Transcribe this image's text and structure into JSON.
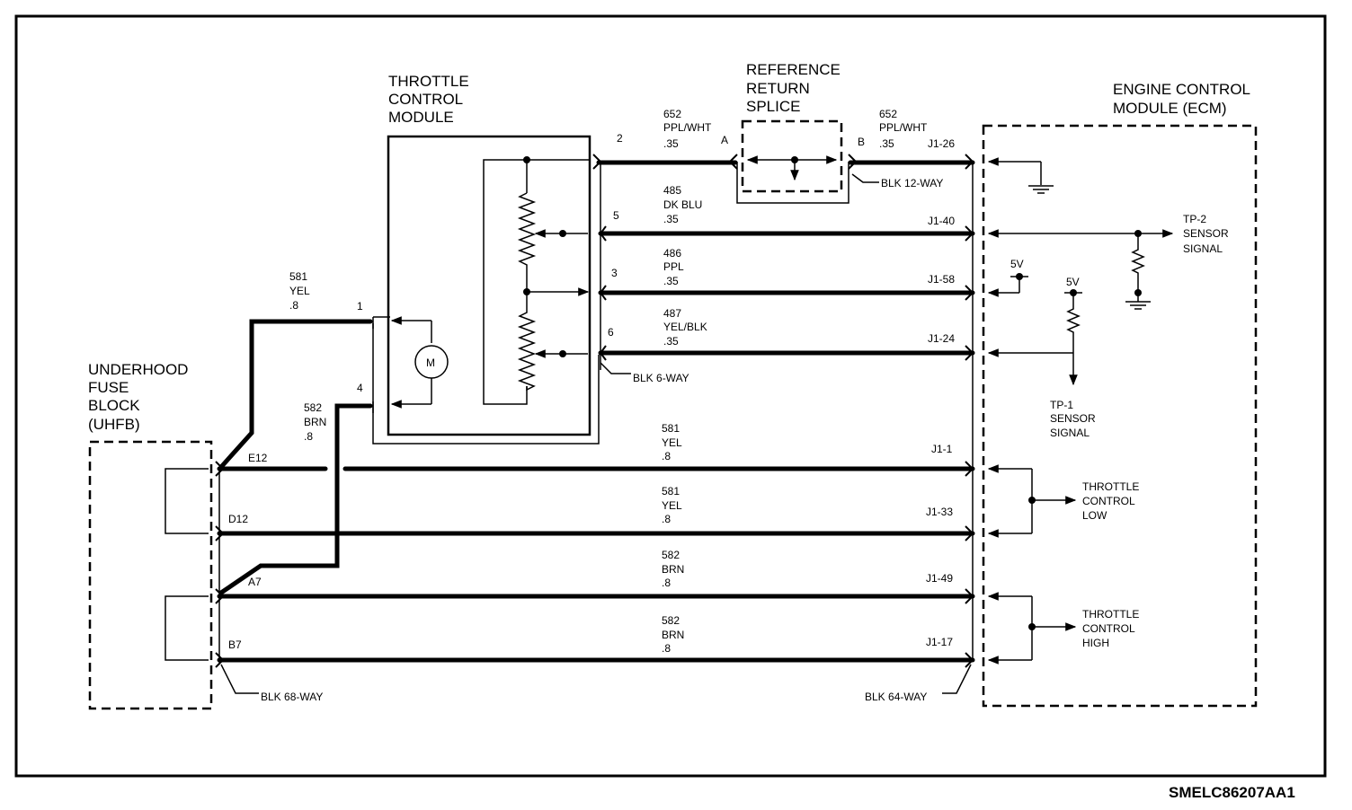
{
  "diagram_code": "SMELC86207AA1",
  "components": {
    "throttle_control_module": [
      "THROTTLE",
      "CONTROL",
      "MODULE"
    ],
    "reference_return_splice": [
      "REFERENCE",
      "RETURN",
      "SPLICE"
    ],
    "ecm": [
      "ENGINE CONTROL",
      "MODULE (ECM)"
    ],
    "uhfb": [
      "UNDERHOOD",
      "FUSE",
      "BLOCK",
      "(UHFB)"
    ],
    "motor": "M"
  },
  "connectors": {
    "blk12": "BLK 12-WAY",
    "blk6": "BLK 6-WAY",
    "blk68": "BLK 68-WAY",
    "blk64": "BLK 64-WAY"
  },
  "splice_pins": {
    "a": "A",
    "b": "B"
  },
  "tcm_pins": [
    "1",
    "4",
    "2",
    "5",
    "3",
    "6"
  ],
  "uhfb_pins": [
    "E12",
    "D12",
    "A7",
    "B7"
  ],
  "ecm_pins": [
    "J1-26",
    "J1-40",
    "J1-58",
    "J1-24",
    "J1-1",
    "J1-33",
    "J1-49",
    "J1-17"
  ],
  "wires": {
    "w652a": [
      "652",
      "PPL/WHT",
      ".35"
    ],
    "w652b": [
      "652",
      "PPL/WHT",
      ".35"
    ],
    "w485": [
      "485",
      "DK BLU",
      ".35"
    ],
    "w486": [
      "486",
      "PPL",
      ".35"
    ],
    "w487": [
      "487",
      "YEL/BLK",
      ".35"
    ],
    "w581_tcm": [
      "581",
      "YEL",
      ".8"
    ],
    "w582_tcm": [
      "582",
      "BRN",
      ".8"
    ],
    "w581_e12": [
      "581",
      "YEL",
      ".8"
    ],
    "w581_d12": [
      "581",
      "YEL",
      ".8"
    ],
    "w582_a7": [
      "582",
      "BRN",
      ".8"
    ],
    "w582_b7": [
      "582",
      "BRN",
      ".8"
    ]
  },
  "signals": {
    "tp2": [
      "TP-2",
      "SENSOR",
      "SIGNAL"
    ],
    "tp1": [
      "TP-1",
      "SENSOR",
      "SIGNAL"
    ],
    "tcl": [
      "THROTTLE",
      "CONTROL",
      "LOW"
    ],
    "tch": [
      "THROTTLE",
      "CONTROL",
      "HIGH"
    ],
    "v5a": "5V",
    "v5b": "5V"
  }
}
